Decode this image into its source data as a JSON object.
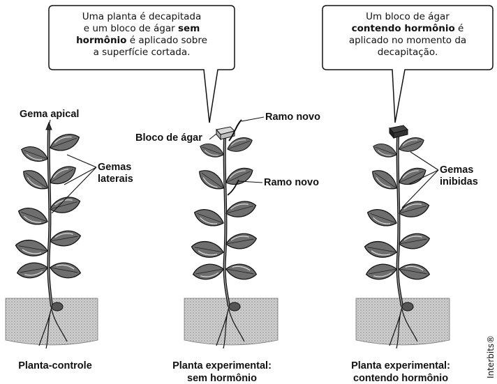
{
  "bubbles": {
    "middle": {
      "line1": "Uma planta é decapitada",
      "line2_pre": "e um bloco de ágar ",
      "line2_bold": "sem",
      "line3_bold": "hormônio",
      "line3_post": " é aplicado sobre",
      "line4": "a superfície cortada."
    },
    "right": {
      "line1": "Um bloco de ágar",
      "line2_bold": "contendo hormônio",
      "line2_post": " é",
      "line3": "aplicado no momento da",
      "line4": "decapitação."
    }
  },
  "labels": {
    "gema_apical": "Gema apical",
    "gemas_laterais_1": "Gemas",
    "gemas_laterais_2": "laterais",
    "bloco_agar": "Bloco de ágar",
    "ramo_novo_top": "Ramo novo",
    "ramo_novo_mid": "Ramo novo",
    "gemas_inibidas_1": "Gemas",
    "gemas_inibidas_2": "inibidas"
  },
  "captions": {
    "left": "Planta-controle",
    "middle_1": "Planta experimental:",
    "middle_2": "sem hormônio",
    "right_1": "Planta experimental:",
    "right_2": "contendo hormônio"
  },
  "credit": "Interbits®"
}
